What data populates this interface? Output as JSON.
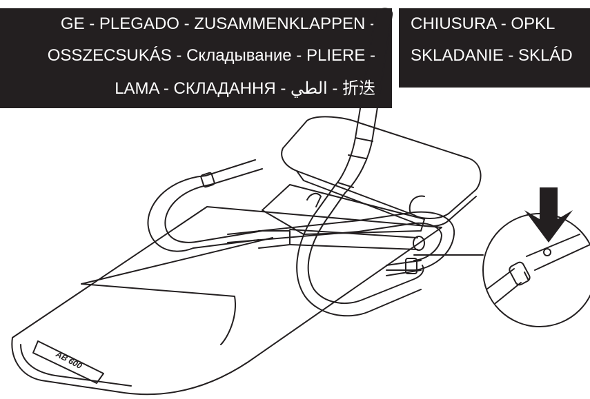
{
  "banner_left": {
    "lines": [
      "GE - PLEGADO - ZUSAMMENKLAPPEN -",
      "OSSZECSUKÁS - Складывание - PLIERE -",
      "LAMA - СКЛАДАННЯ - الطي - 折迭"
    ]
  },
  "banner_right": {
    "lines": [
      "CHIUSURA - OPKL",
      "SKLADANIE - SKLÁD"
    ]
  },
  "product": {
    "model_label": "AB 600"
  },
  "colors": {
    "banner_bg": "#231f20",
    "banner_text": "#ffffff",
    "line_art": "#231f20"
  },
  "icons": {
    "down_arrow": "arrow-down-icon"
  }
}
